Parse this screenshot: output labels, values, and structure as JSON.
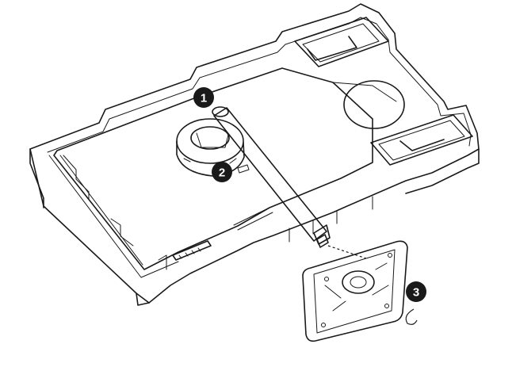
{
  "callouts": [
    {
      "id": "step-1",
      "label": "1"
    },
    {
      "id": "step-2",
      "label": "2"
    },
    {
      "id": "step-3",
      "label": "3"
    }
  ],
  "colors": {
    "line": "#1a1a1a",
    "stand_arm_fill": "#a9a9a9",
    "base_plate_fill": "#9a9a9a",
    "hinge_fill": "#c8c8c8",
    "badge_fill": "#1a1a1a",
    "badge_text": "#ffffff"
  }
}
